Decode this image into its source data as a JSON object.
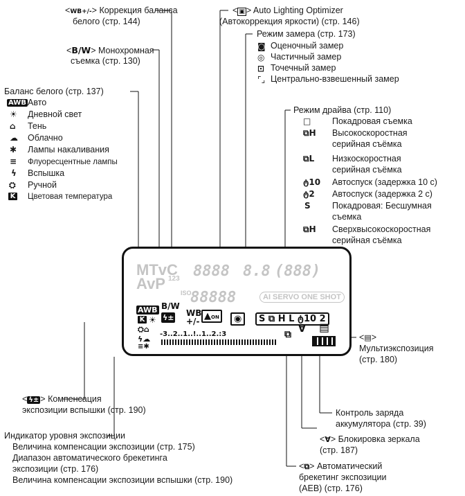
{
  "top": {
    "wb_correction": {
      "symbol": "WB+/-",
      "text": "> Коррекция баланса",
      "text2": "белого (стр. 144)"
    },
    "alo": {
      "text": "> Auto Lighting Optimizer",
      "text2": "(Автокоррекция яркости) (стр. 146)"
    },
    "monochrome": {
      "symbol": "B/W",
      "text": "> Монохромная",
      "text2": "съемка (стр. 130)"
    }
  },
  "metering": {
    "title": "Режим замера (стр. 173)",
    "items": [
      "Оценочный замер",
      "Частичный замер",
      "Точечный замер",
      "Центрально-взвешенный замер"
    ]
  },
  "white_balance": {
    "title": "Баланс белого (стр. 137)",
    "items": [
      {
        "icon": "AWB",
        "label": "Авто"
      },
      {
        "icon": "☀",
        "label": "Дневной свет"
      },
      {
        "icon": "⌂",
        "label": "Тень"
      },
      {
        "icon": "☁",
        "label": "Облачно"
      },
      {
        "icon": "✱",
        "label": "Лампы накаливания"
      },
      {
        "icon": "≡",
        "label": "Флуоресцентные лампы"
      },
      {
        "icon": "ϟ",
        "label": "Вспышка"
      },
      {
        "icon": "⛭",
        "label": "Ручной"
      },
      {
        "icon": "K",
        "label": "Цветовая температура"
      }
    ]
  },
  "drive": {
    "title": "Режим драйва (стр. 110)",
    "items": [
      {
        "icon": "□",
        "lines": [
          "Покадровая съемка"
        ]
      },
      {
        "icon": "⧉H",
        "lines": [
          "Высокоскоростная",
          "серийная съёмка"
        ]
      },
      {
        "icon": "⧉L",
        "lines": [
          "Низкоскоростная",
          "серийная съёмка"
        ]
      },
      {
        "icon": "ტ10",
        "lines": [
          "Автоспуск (задержка 10 с)"
        ]
      },
      {
        "icon": "ტ2",
        "lines": [
          "Автоспуск (задержка 2 с)"
        ]
      },
      {
        "icon": "S",
        "lines": [
          "Покадровая: Бесшумная",
          "съемка"
        ]
      },
      {
        "icon": "⧉H",
        "lines": [
          "Сверхвысокоскоростная",
          "серийная съёмка"
        ]
      }
    ]
  },
  "lcd": {
    "modes": "MTvC",
    "modes2": "AvP",
    "superscript": "123",
    "digits1": "8888",
    "digits2": "8.8",
    "digits3": "(888)",
    "iso": "ISO",
    "digits4": "88888",
    "af_mode": "AI SERVO ONE SHOT",
    "awb": "AWB",
    "bw": "B/W",
    "wb": "WB",
    "wb_pm": "+/-",
    "alo_on": "ON",
    "drive": "S ⧉ H L ტ10 2",
    "scale": "-3..2..1..!..1..2.:3"
  },
  "right": {
    "multi": {
      "text": "<",
      "text_end": ">",
      "line1": "Мультиэкспозиция",
      "line2": "(стр. 180)"
    },
    "battery": {
      "line1": "Контроль заряда",
      "line2": "аккумулятора (стр. 39)"
    },
    "mirror": {
      "text": "> Блокировка зеркала",
      "line2": "(стр. 187)"
    },
    "aeb": {
      "text": "> Автоматический",
      "line2": "брекетинг экспозиции",
      "line3": "(AEB) (стр. 176)"
    }
  },
  "bottom": {
    "flash_comp": {
      "text": "> Компенсация",
      "text2": "экспозиции вспышки (стр. 190)"
    },
    "exposure": {
      "title": "Индикатор уровня экспозиции",
      "items": [
        "Величина компенсации экспозиции (стр. 175)",
        "Диапазон автоматического брекетинга",
        "экспозиции (стр. 176)",
        "Величина компенсации экспозиции вспышки (стр. 190)"
      ]
    }
  }
}
